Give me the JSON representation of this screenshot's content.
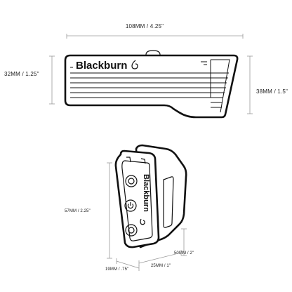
{
  "dimensions": {
    "length": "108MM / 4.25\"",
    "height_rear": "32MM / 1.25\"",
    "height_front": "38MM / 1.5\"",
    "face_height": "57MM / 2.25\"",
    "depth_side": "50MM / 2\"",
    "depth_bottom": "25MM / 1\"",
    "width_front": "19MM / .75\""
  },
  "brand": {
    "side_logo": "Blackburn",
    "front_logo": "Blackburn"
  },
  "icons": {
    "power": "power-icon",
    "logo_mark": "blackburn-mark-icon"
  },
  "colors": {
    "outline": "#111111",
    "dimension_line": "#9a9a9a",
    "background": "#ffffff"
  }
}
